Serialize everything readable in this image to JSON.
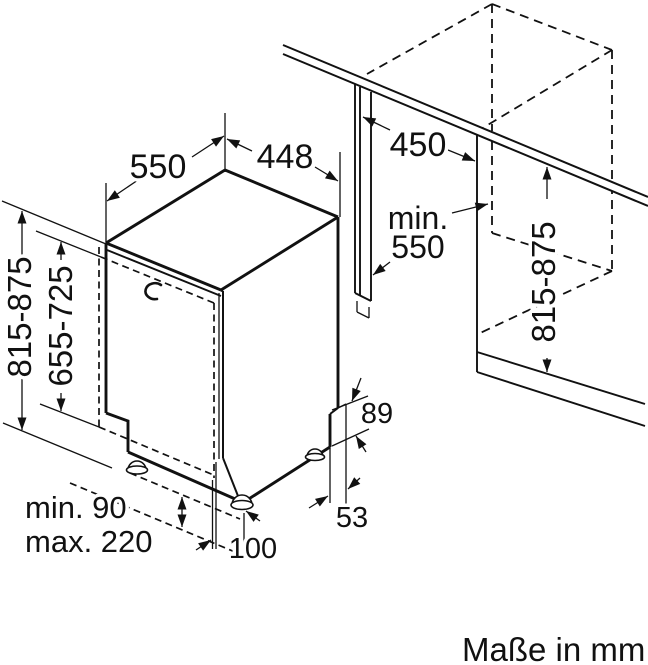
{
  "figure": {
    "units_note": "Maße in mm",
    "colors": {
      "line": "#111111",
      "background": "#ffffff"
    },
    "dimensions": {
      "top_width": "550",
      "top_depth": "448",
      "niche_width": "450",
      "niche_depth_line1": "min.",
      "niche_depth_line2": "550",
      "appliance_height": "815-875",
      "door_front_height": "655-725",
      "niche_height": "815-875",
      "base_step_height": "89",
      "base_side_inset": "53",
      "front_foot_offset": "100",
      "plinth_height_min": "min. 90",
      "plinth_height_max": "max. 220"
    }
  }
}
